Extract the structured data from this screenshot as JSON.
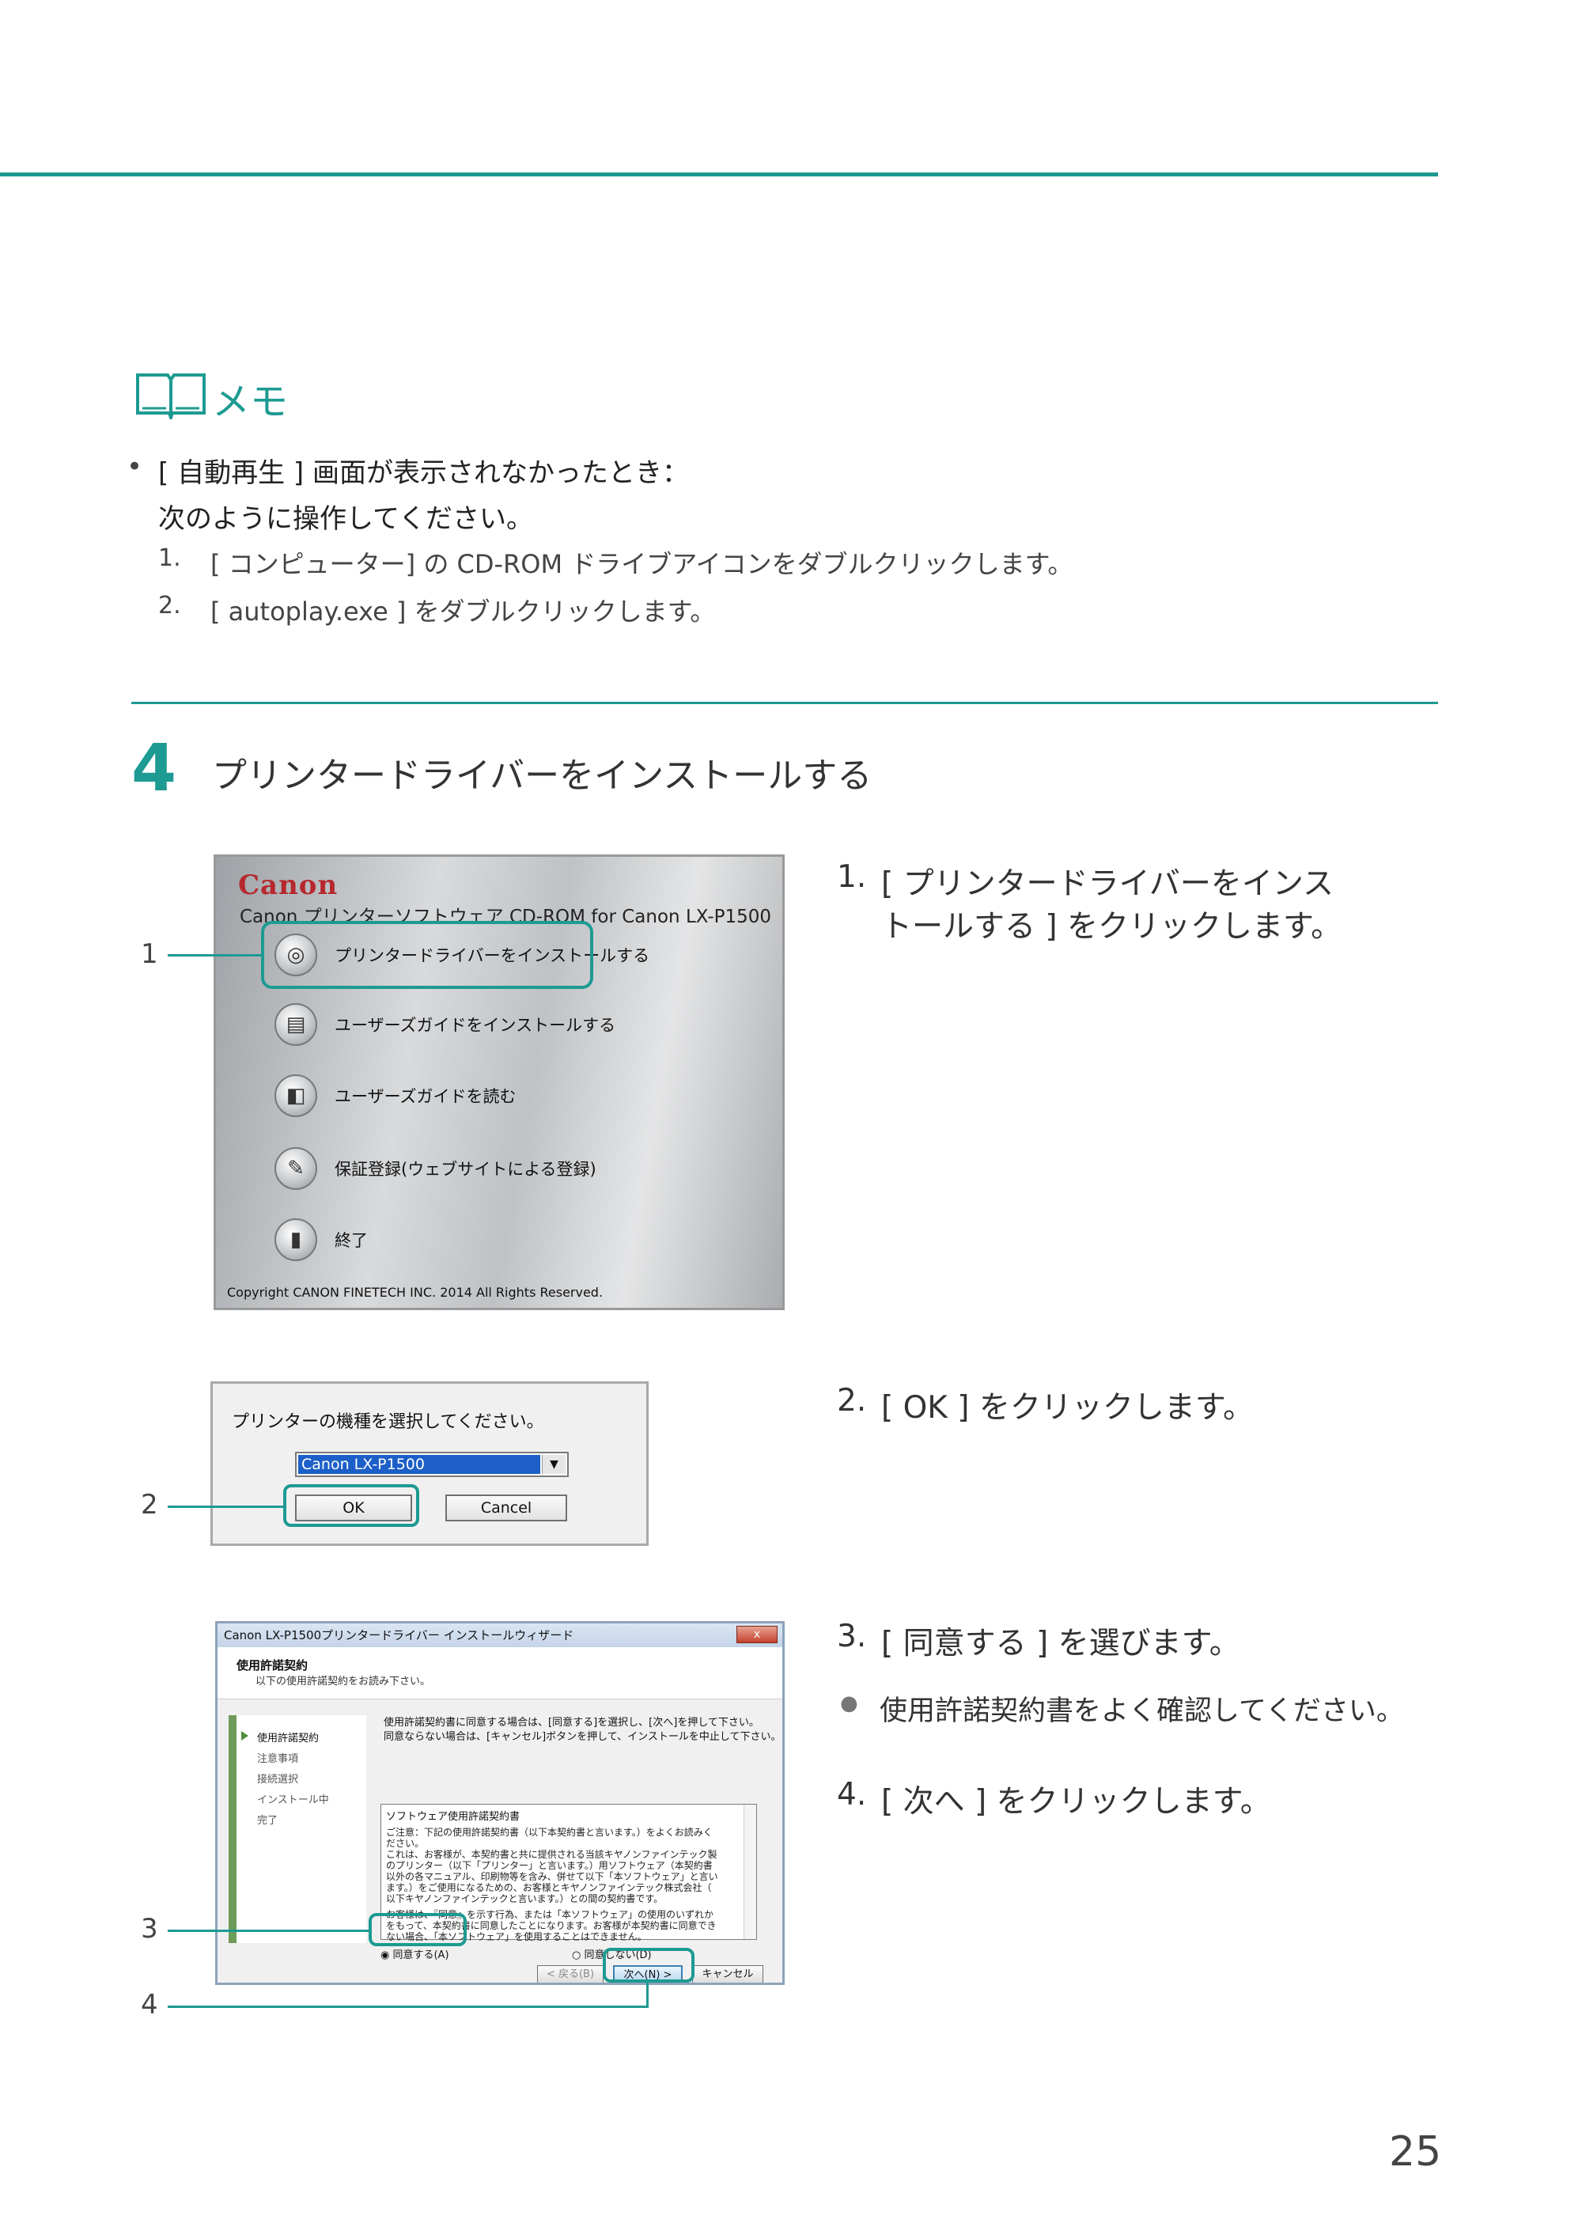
{
  "memo": {
    "title": "メモ",
    "bullet": "•",
    "heading": "[ 自動再生 ] 画面が表示されなかったとき：",
    "intro": "次のように操作してください。",
    "steps": [
      {
        "num": "1.",
        "text": "[ コンピューター] の CD-ROM ドライブアイコンをダブルクリックします。"
      },
      {
        "num": "2.",
        "text": "[ autoplay.exe ] をダブルクリックします。"
      }
    ]
  },
  "step4": {
    "number": "4",
    "title": "プリンタードライバーをインストールする"
  },
  "instructions": {
    "i1_num": "1.",
    "i1_line1": "[ プリンタードライバーをインス",
    "i1_line2": "トールする ] をクリックします。",
    "i2_num": "2.",
    "i2_text": "[ OK ] をクリックします。",
    "i3_num": "3.",
    "i3_text": "[ 同意する ] を選びます。",
    "note_bullet": "●",
    "note_text": "使用許諾契約書をよく確認してください。",
    "i4_num": "4.",
    "i4_text": "[ 次へ ] をクリックします。"
  },
  "callouts": [
    "1",
    "2",
    "3",
    "4"
  ],
  "screenshot_menu": {
    "logo": "Canon",
    "title": "Canon プリンターソフトウェア CD-ROM for Canon LX-P1500",
    "items": [
      {
        "label": "プリンタードライバーをインストールする",
        "icon": "cd-icon",
        "glyph": "◎"
      },
      {
        "label": "ユーザーズガイドをインストールする",
        "icon": "book-icon",
        "glyph": "▤"
      },
      {
        "label": "ユーザーズガイドを読む",
        "icon": "reader-icon",
        "glyph": "◧"
      },
      {
        "label": "保証登録(ウェブサイトによる登録)",
        "icon": "globe-icon",
        "glyph": "✎"
      },
      {
        "label": "終了",
        "icon": "exit-door-icon",
        "glyph": "▮"
      }
    ],
    "copyright": "Copyright CANON FINETECH INC. 2014 All Rights Reserved."
  },
  "screenshot_model": {
    "prompt": "プリンターの機種を選択してください。",
    "selected": "Canon LX-P1500",
    "arrow": "▼",
    "ok": "OK",
    "cancel": "Cancel"
  },
  "screenshot_wizard": {
    "window_title": "Canon LX-P1500プリンタードライバー インストールウィザード",
    "close": "x",
    "header_title": "使用許諾契約",
    "header_sub": "以下の使用許諾契約をお読み下さい。",
    "side_items": [
      "使用許諾契約",
      "注意事項",
      "接続選択",
      "インストール中",
      "完了"
    ],
    "note_line1": "使用許諾契約書に同意する場合は、[同意する]を選択し、[次へ]を押して下さい。",
    "note_line2": "同意ならない場合は、[キャンセル]ボタンを押して、インストールを中止して下さい。",
    "eula_title": "ソフトウェア使用許諾契約書",
    "eula_lines": [
      "ご注意：下記の使用許諾契約書（以下本契約書と言います。）をよくお読みく",
      "ださい。",
      "これは、お客様が、本契約書と共に提供される当該キヤノンファインテック製",
      "のプリンター（以下「プリンター」と言います。）用ソフトウェア（本契約書",
      "以外の各マニュアル、印刷物等を含み、併せて以下「本ソフトウェア」と言い",
      "ます。）をご使用になるための、お客様とキヤノンファインテック株式会社（",
      "以下キヤノンファインテックと言います。）との間の契約書です。",
      "",
      "お客様は、『同意』を示す行為、または「本ソフトウェア」の使用のいずれか",
      "をもって、本契約書に同意したことになります。お客様が本契約書に同意でき",
      "ない場合、「本ソフトウェア」を使用することはできません。"
    ],
    "agree": "◉ 同意する(A)",
    "disagree": "○ 同意しない(D)",
    "back": "< 戻る(B)",
    "next": "次へ(N) >",
    "cancel": "キャンセル"
  },
  "page_number": "25",
  "colors": {
    "accent": "#1d9a92",
    "canon_red": "#b7282e"
  }
}
